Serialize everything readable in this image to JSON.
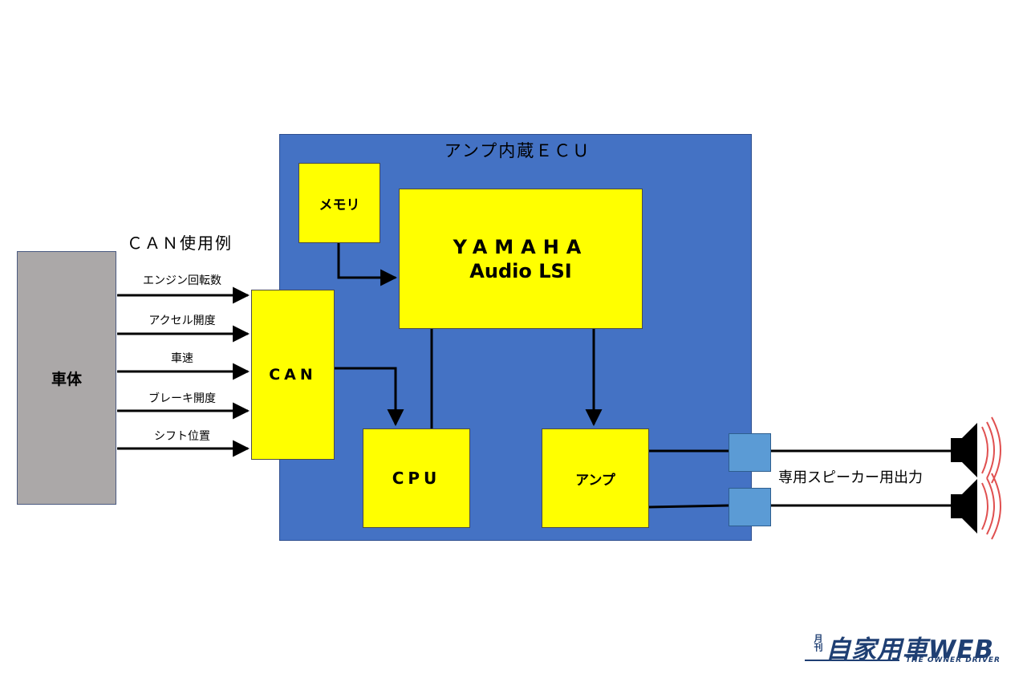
{
  "diagram": {
    "ecu_title": "アンプ内蔵ＥＣＵ",
    "can_usage_title": "ＣＡＮ使用例",
    "vehicle_label": "車体",
    "can_label": "CAN",
    "memory_label": "メモリ",
    "lsi_line1": "YAMAHA",
    "lsi_line2": "Audio LSI",
    "cpu_label": "CPU",
    "amp_label": "アンプ",
    "signals": [
      "エンジン回転数",
      "アクセル開度",
      "車速",
      "ブレーキ開度",
      "シフト位置"
    ],
    "output_label": "専用スピーカー用出力"
  },
  "colors": {
    "ecu_fill": "#4472c4",
    "block_fill": "#ffff00",
    "vehicle_fill": "#aba8a8",
    "connector_fill": "#5b9bd5"
  },
  "logo": {
    "kanji": "月刊",
    "title": "自家用車",
    "web": "WEB",
    "tagline": "THE OWNER DRIVER"
  }
}
